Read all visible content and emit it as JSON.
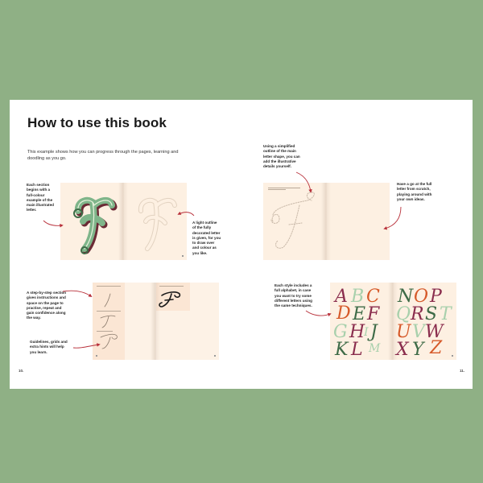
{
  "colors": {
    "background": "#8fb085",
    "page": "#ffffff",
    "spread_paper": "#fdf0e2",
    "arrow": "#b8303a",
    "letter_green": "#7fb58a",
    "letter_dark_green": "#3e6b47",
    "letter_burgundy": "#8a2d4d",
    "letter_orange": "#d65a2a"
  },
  "page": {
    "title": "How to use this book",
    "intro": "This example shows how you can progress through the pages, learning and doodling as you go.",
    "page_number_left": "10.",
    "page_number_right": "11."
  },
  "annotations": {
    "full_colour": "Each section begins with a full-colour example of the main illustrated letter.",
    "light_outline": "A light outline of the fully decorated letter is given, for you to draw over and colour as you like.",
    "simplified_outline": "Using a simplified outline of the main letter shape, you can add the illustrative details yourself.",
    "from_scratch": "Have a go at the full letter from scratch, playing around with your own ideas.",
    "step_by_step": "A step-by-step section gives instructions and space on the page to practise, repeat and gain confidence along the way.",
    "guidelines": "Guidelines, grids and extra hints will help you learn.",
    "alphabet": "Each style includes a full alphabet, in case you want to try some different letters using the same techniques."
  },
  "spreads": {
    "decorated_letter": "F",
    "alphabet_left": [
      "A",
      "B",
      "C",
      "D",
      "E",
      "F",
      "G",
      "H",
      "I",
      "J",
      "K",
      "L",
      "M"
    ],
    "alphabet_right": [
      "N",
      "O",
      "P",
      "Q",
      "R",
      "S",
      "T",
      "U",
      "V",
      "W",
      "X",
      "Y",
      "Z"
    ]
  }
}
